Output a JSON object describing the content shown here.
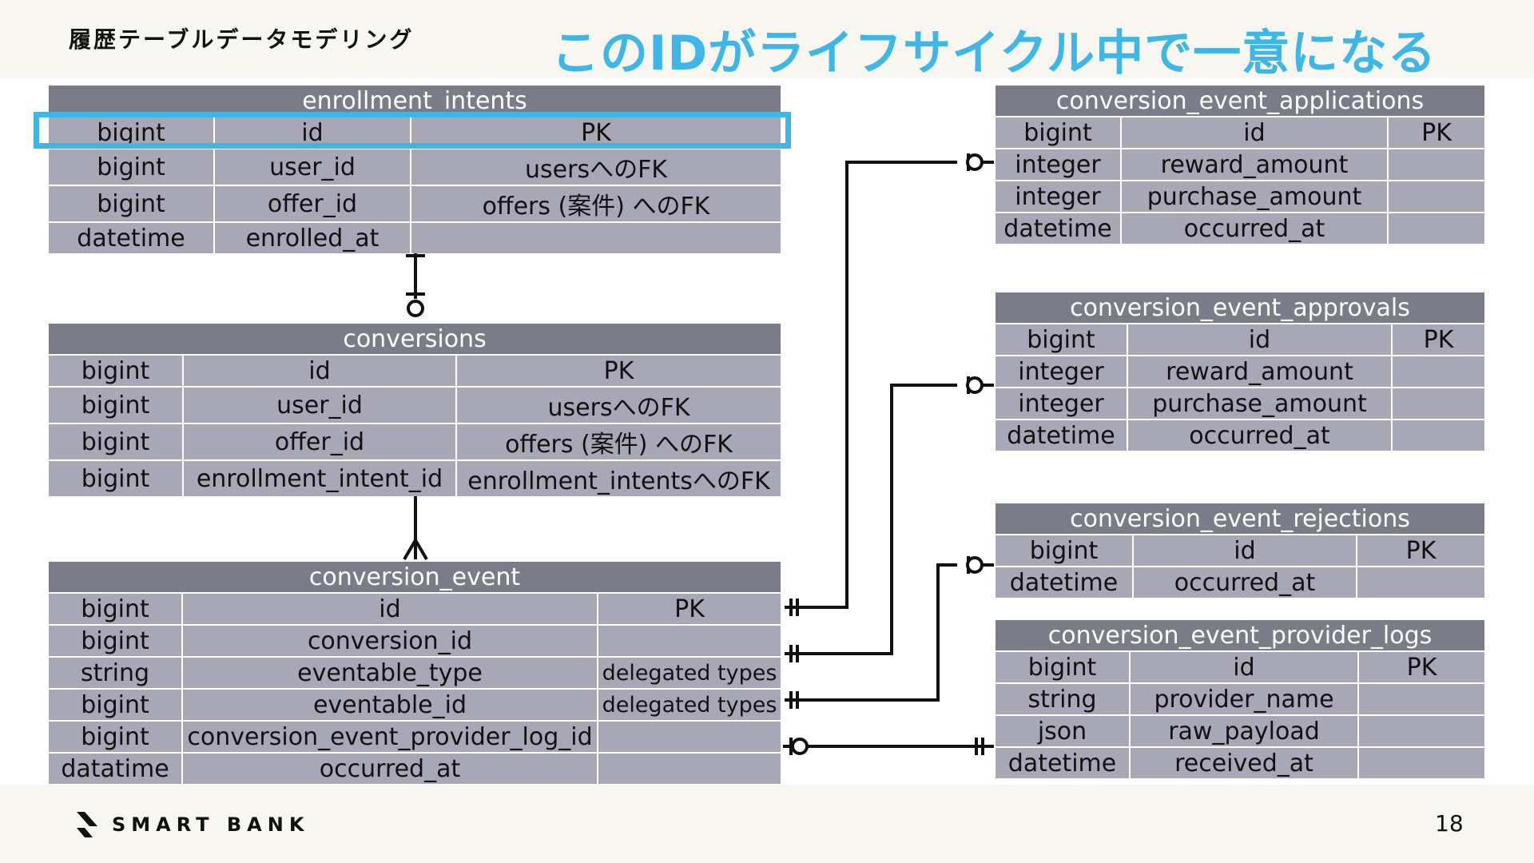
{
  "header": {
    "title": "履歴テーブルデータモデリング",
    "headline": "このIDがライフサイクル中で一意になる"
  },
  "footer": {
    "brand": "SMART BANK",
    "page": "18"
  },
  "tables": {
    "enrollment_intents": {
      "name": "enrollment_intents",
      "rows": [
        [
          "bigint",
          "id",
          "PK"
        ],
        [
          "bigint",
          "user_id",
          "usersへのFK"
        ],
        [
          "bigint",
          "offer_id",
          "offers (案件) へのFK"
        ],
        [
          "datetime",
          "enrolled_at",
          ""
        ]
      ]
    },
    "conversions": {
      "name": "conversions",
      "rows": [
        [
          "bigint",
          "id",
          "PK"
        ],
        [
          "bigint",
          "user_id",
          "usersへのFK"
        ],
        [
          "bigint",
          "offer_id",
          "offers (案件) へのFK"
        ],
        [
          "bigint",
          "enrollment_intent_id",
          "enrollment_intentsへのFK"
        ]
      ]
    },
    "conversion_event": {
      "name": "conversion_event",
      "rows": [
        [
          "bigint",
          "id",
          "PK"
        ],
        [
          "bigint",
          "conversion_id",
          ""
        ],
        [
          "string",
          "eventable_type",
          "delegated types"
        ],
        [
          "bigint",
          "eventable_id",
          "delegated types"
        ],
        [
          "bigint",
          "conversion_event_provider_log_id",
          ""
        ],
        [
          "datatime",
          "occurred_at",
          ""
        ]
      ]
    },
    "conversion_event_applications": {
      "name": "conversion_event_applications",
      "rows": [
        [
          "bigint",
          "id",
          "PK"
        ],
        [
          "integer",
          "reward_amount",
          ""
        ],
        [
          "integer",
          "purchase_amount",
          ""
        ],
        [
          "datetime",
          "occurred_at",
          ""
        ]
      ]
    },
    "conversion_event_approvals": {
      "name": "conversion_event_approvals",
      "rows": [
        [
          "bigint",
          "id",
          "PK"
        ],
        [
          "integer",
          "reward_amount",
          ""
        ],
        [
          "integer",
          "purchase_amount",
          ""
        ],
        [
          "datetime",
          "occurred_at",
          ""
        ]
      ]
    },
    "conversion_event_rejections": {
      "name": "conversion_event_rejections",
      "rows": [
        [
          "bigint",
          "id",
          "PK"
        ],
        [
          "datetime",
          "occurred_at",
          ""
        ]
      ]
    },
    "conversion_event_provider_logs": {
      "name": "conversion_event_provider_logs",
      "rows": [
        [
          "bigint",
          "id",
          "PK"
        ],
        [
          "string",
          "provider_name",
          ""
        ],
        [
          "json",
          "raw_payload",
          ""
        ],
        [
          "datetime",
          "received_at",
          ""
        ]
      ]
    }
  },
  "colors": {
    "header": "#7a7d87",
    "row": "#a7a7b5",
    "accent": "#3fb7e6"
  }
}
